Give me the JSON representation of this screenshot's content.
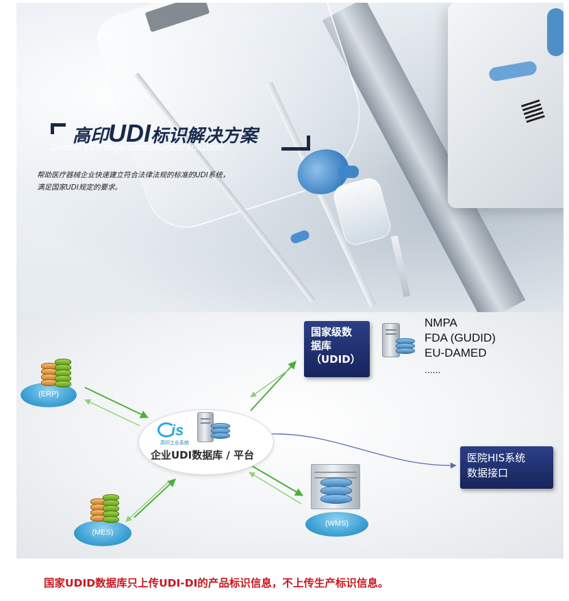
{
  "hero": {
    "title_prefix": "高印",
    "title_udi": "UDI",
    "title_suffix": "标识解决方案",
    "subtitle": "Global UDI logo compliance solution",
    "desc_line1": "帮助医疗器械企业快速建立符合法律法规的标准的UDI系统，",
    "desc_line2": "满足国家UDI规定的要求。"
  },
  "diagram": {
    "erp_label": "(ERP)",
    "mes_label": "(MES)",
    "wms_label": "(WMS)",
    "center": {
      "logo_text": "is",
      "logo_sub": "高印工业系统",
      "label": "企业UDI数据库 / 平台"
    },
    "national_db": {
      "line1": "国家级数",
      "line2": "据库",
      "line3": "（UDID）"
    },
    "external_systems": [
      "NMPA",
      "FDA (GUDID)",
      "EU-DAMED",
      "......"
    ],
    "his": {
      "line1": "医院HIS系统",
      "line2": "数据接口"
    },
    "colors": {
      "arrow_green": "#4caf3b",
      "arrow_light": "#8fd07a",
      "his_line": "#5b6fb0",
      "box_blue": "#1b2a66"
    }
  },
  "note": "国家UDID数据库只上传UDI-DI的产品标识信息，不上传生产标识信息。",
  "icons": [
    "database-icon",
    "server-icon",
    "gis-logo-icon",
    "arrow-icon"
  ]
}
